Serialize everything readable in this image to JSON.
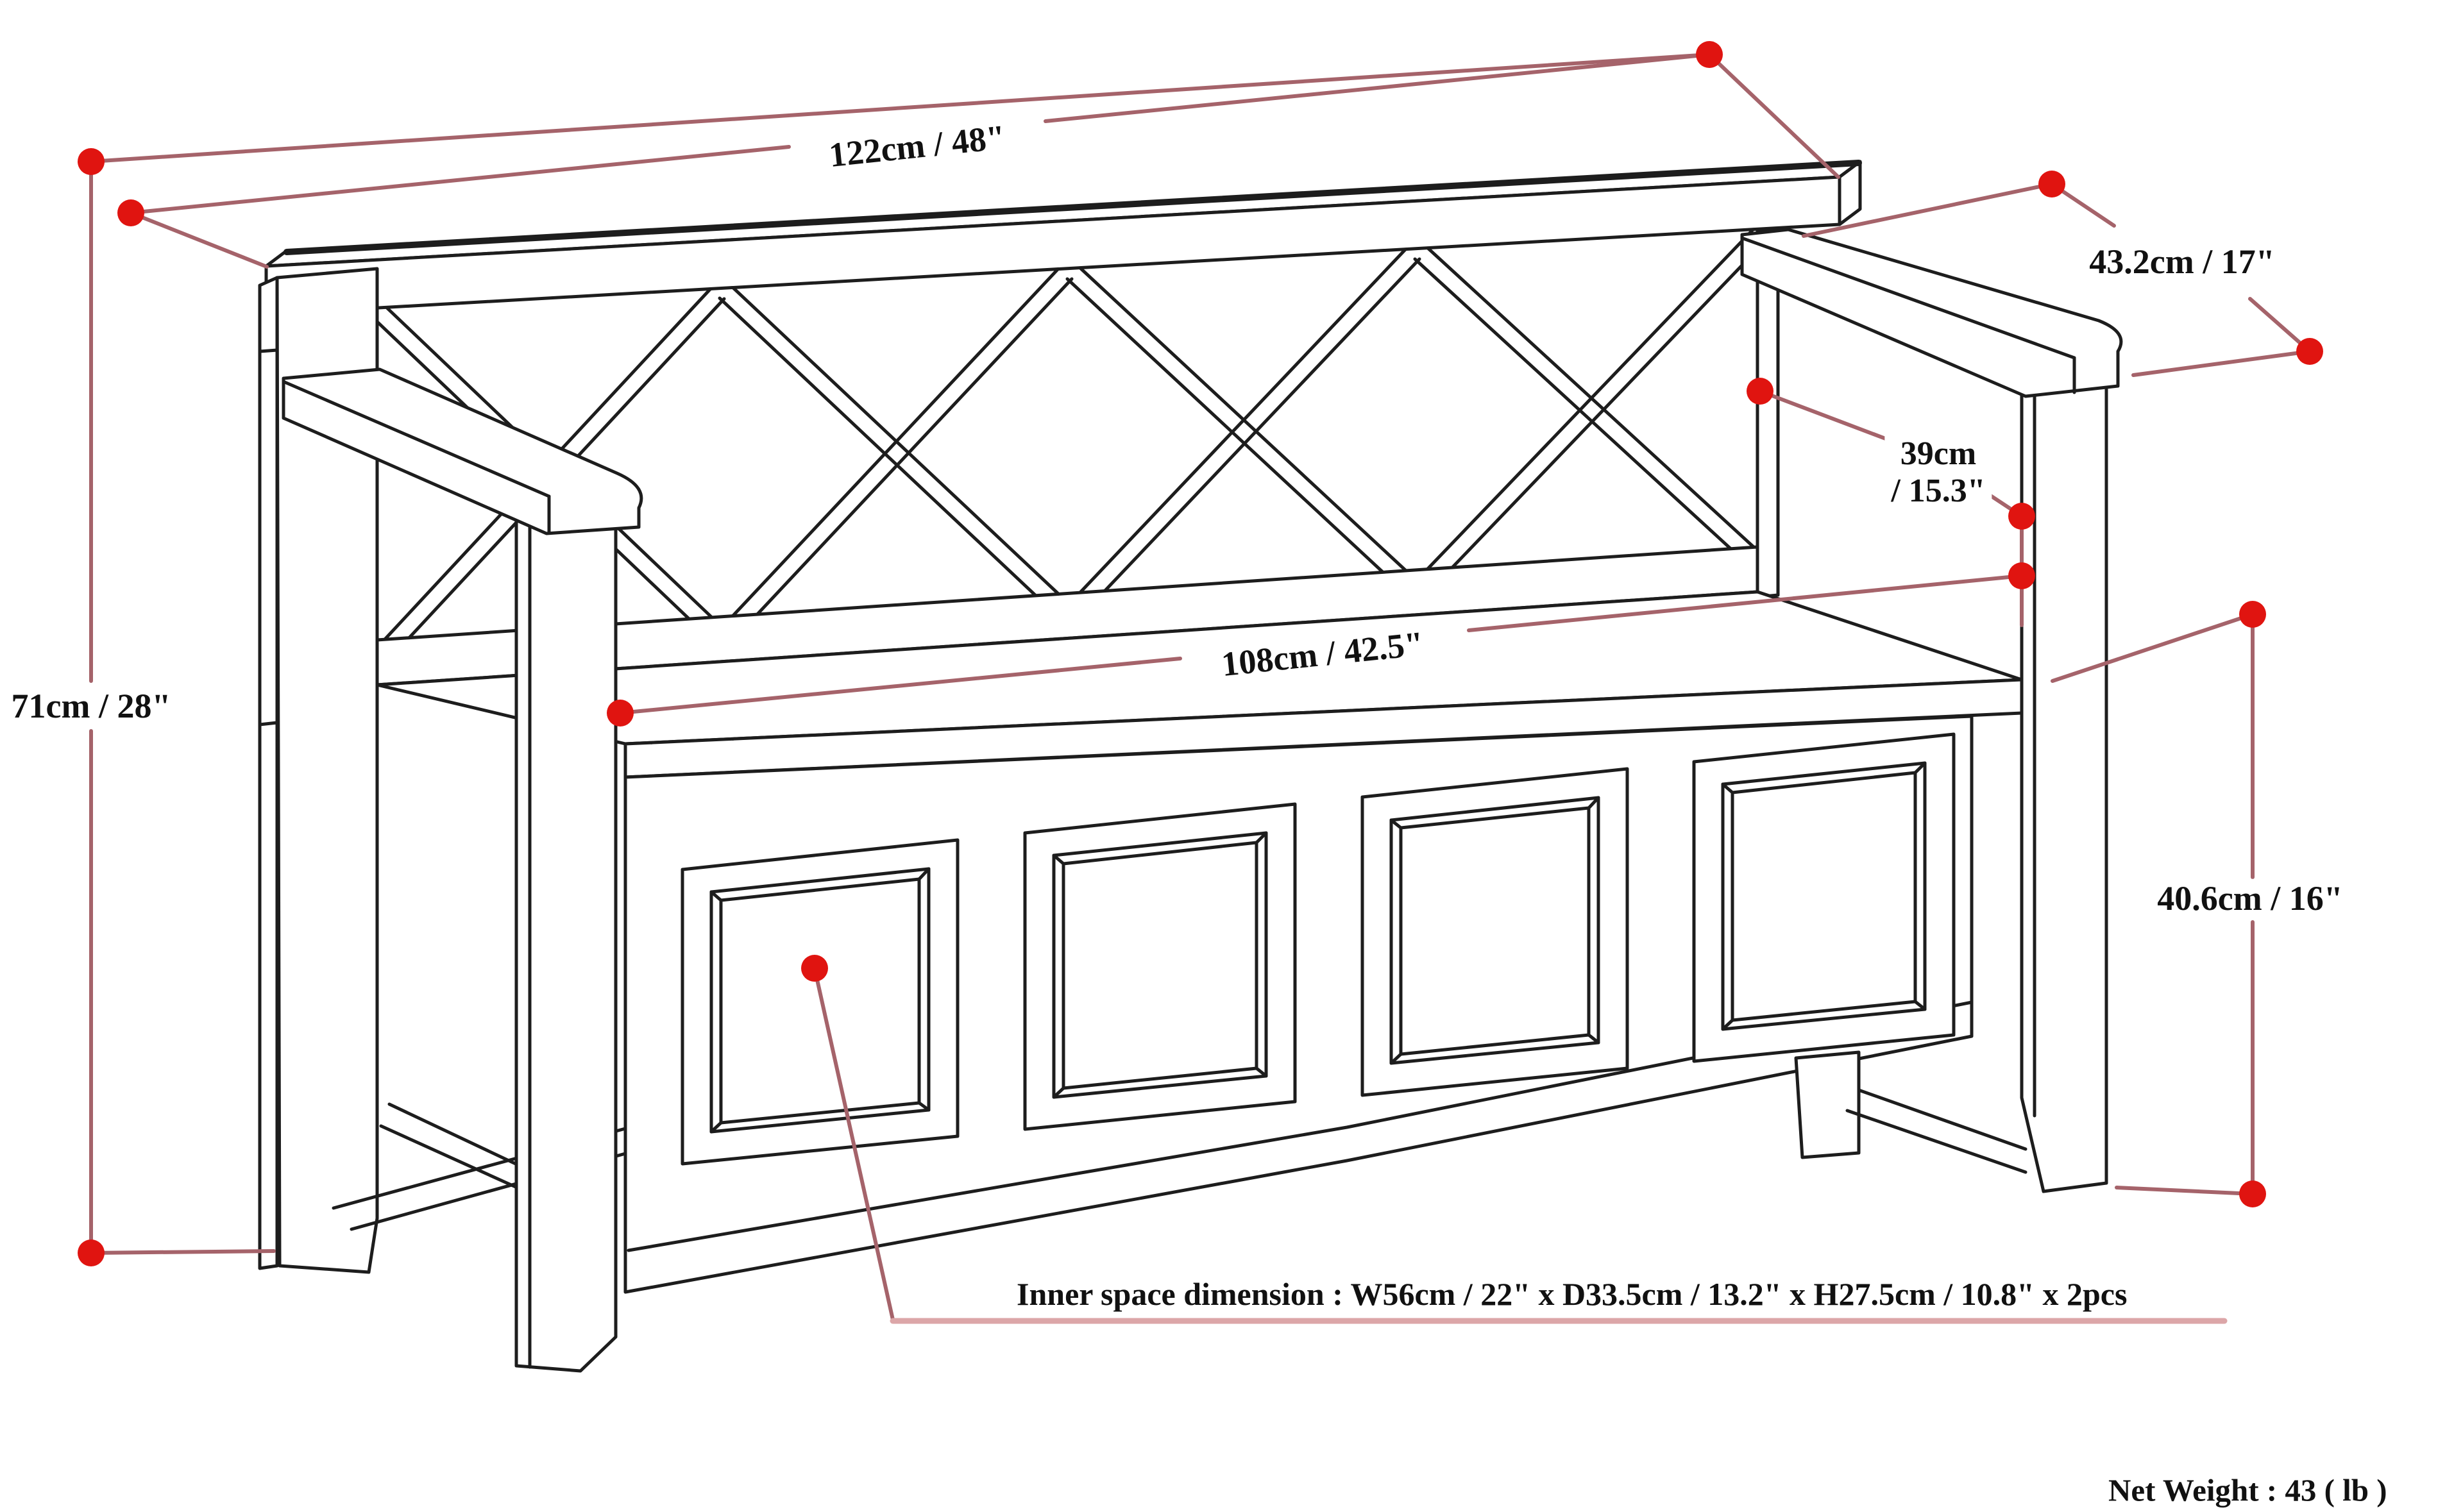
{
  "page": {
    "background": "#ffffff"
  },
  "colors": {
    "dot": "#e01410",
    "dim_line": "#a5636a",
    "underline": "#dca6a8",
    "art_line": "#1d1d1d",
    "label_text": "#111111"
  },
  "labels": {
    "width": "122cm / 48\"",
    "depth": "43.2cm / 17\"",
    "back_height_line1": "39cm",
    "back_height_line2": "/ 15.3\"",
    "overall_height": "71cm / 28\"",
    "inner_width": "108cm / 42.5\"",
    "seat_height": "40.6cm / 16\"",
    "inner_space": "Inner space dimension : W56cm / 22\" x D33.5cm / 13.2\" x H27.5cm / 10.8\" x 2pcs",
    "net_weight": "Net Weight : 43 ( lb )"
  }
}
